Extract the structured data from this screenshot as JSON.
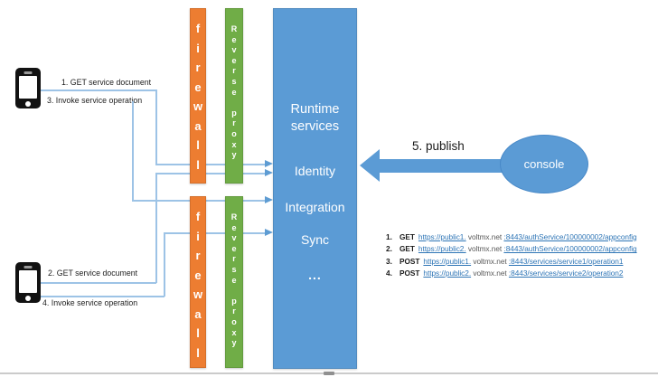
{
  "colors": {
    "firewall_orange": "#ED7D31",
    "proxy_green": "#70AD47",
    "services_blue": "#5B9BD5",
    "connector_blue": "#9DC3E6",
    "link_blue": "#2E75B6",
    "domain_gray": "#595959"
  },
  "clients": [
    {
      "get_label": "1. GET service document",
      "invoke_label": "3. Invoke service operation"
    },
    {
      "get_label": "2. GET service document",
      "invoke_label": "4. Invoke service operation"
    }
  ],
  "firewall": {
    "top_label": "f\ni\nr\ne\nw\na\nl\nl",
    "bottom_label": "f\ni\nr\ne\nw\na\nl\nl"
  },
  "reverse_proxy": {
    "top_label": "R\ne\nv\ne\nr\ns\ne\n\np\nr\no\nx\ny",
    "bottom_label": "R\ne\nv\ne\nr\ns\ne\n\np\nr\no\nx\ny"
  },
  "runtime_services": {
    "title": "Runtime\nservices",
    "items": [
      "Identity",
      "Integration",
      "Sync",
      "..."
    ]
  },
  "publish_arrow": {
    "label": "5. publish"
  },
  "console": {
    "label": "console"
  },
  "requests": [
    {
      "num": "1.",
      "method": "GET",
      "url_prefix": "https://public1.",
      "domain": " voltmx.net ",
      "url_suffix": ":8443/authService/100000002/appconfig"
    },
    {
      "num": "2.",
      "method": "GET",
      "url_prefix": "https://public2.",
      "domain": " voltmx.net ",
      "url_suffix": ":8443/authService/100000002/appconfig"
    },
    {
      "num": "3.",
      "method": "POST",
      "url_prefix": "https://public1.",
      "domain": " voltmx.net ",
      "url_suffix": ":8443/services/service1/operation1"
    },
    {
      "num": "4.",
      "method": "POST",
      "url_prefix": "https://public2.",
      "domain": " voltmx.net ",
      "url_suffix": ":8443/services/service2/operation2"
    }
  ]
}
